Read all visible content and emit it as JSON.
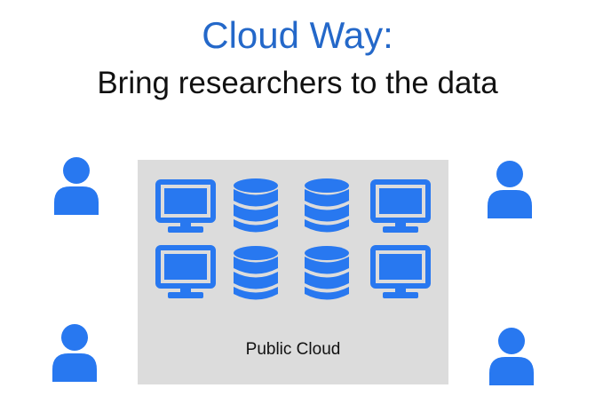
{
  "title": "Cloud Way:",
  "subtitle": "Bring researchers to the data",
  "cloud_label": "Public Cloud",
  "colors": {
    "title_blue": "#2468c9",
    "icon_blue": "#2878f0",
    "box_gray": "#dcdcdc",
    "text_dark": "#111111"
  },
  "icons": {
    "person": "person-icon",
    "monitor": "monitor-icon",
    "database": "database-icon"
  }
}
